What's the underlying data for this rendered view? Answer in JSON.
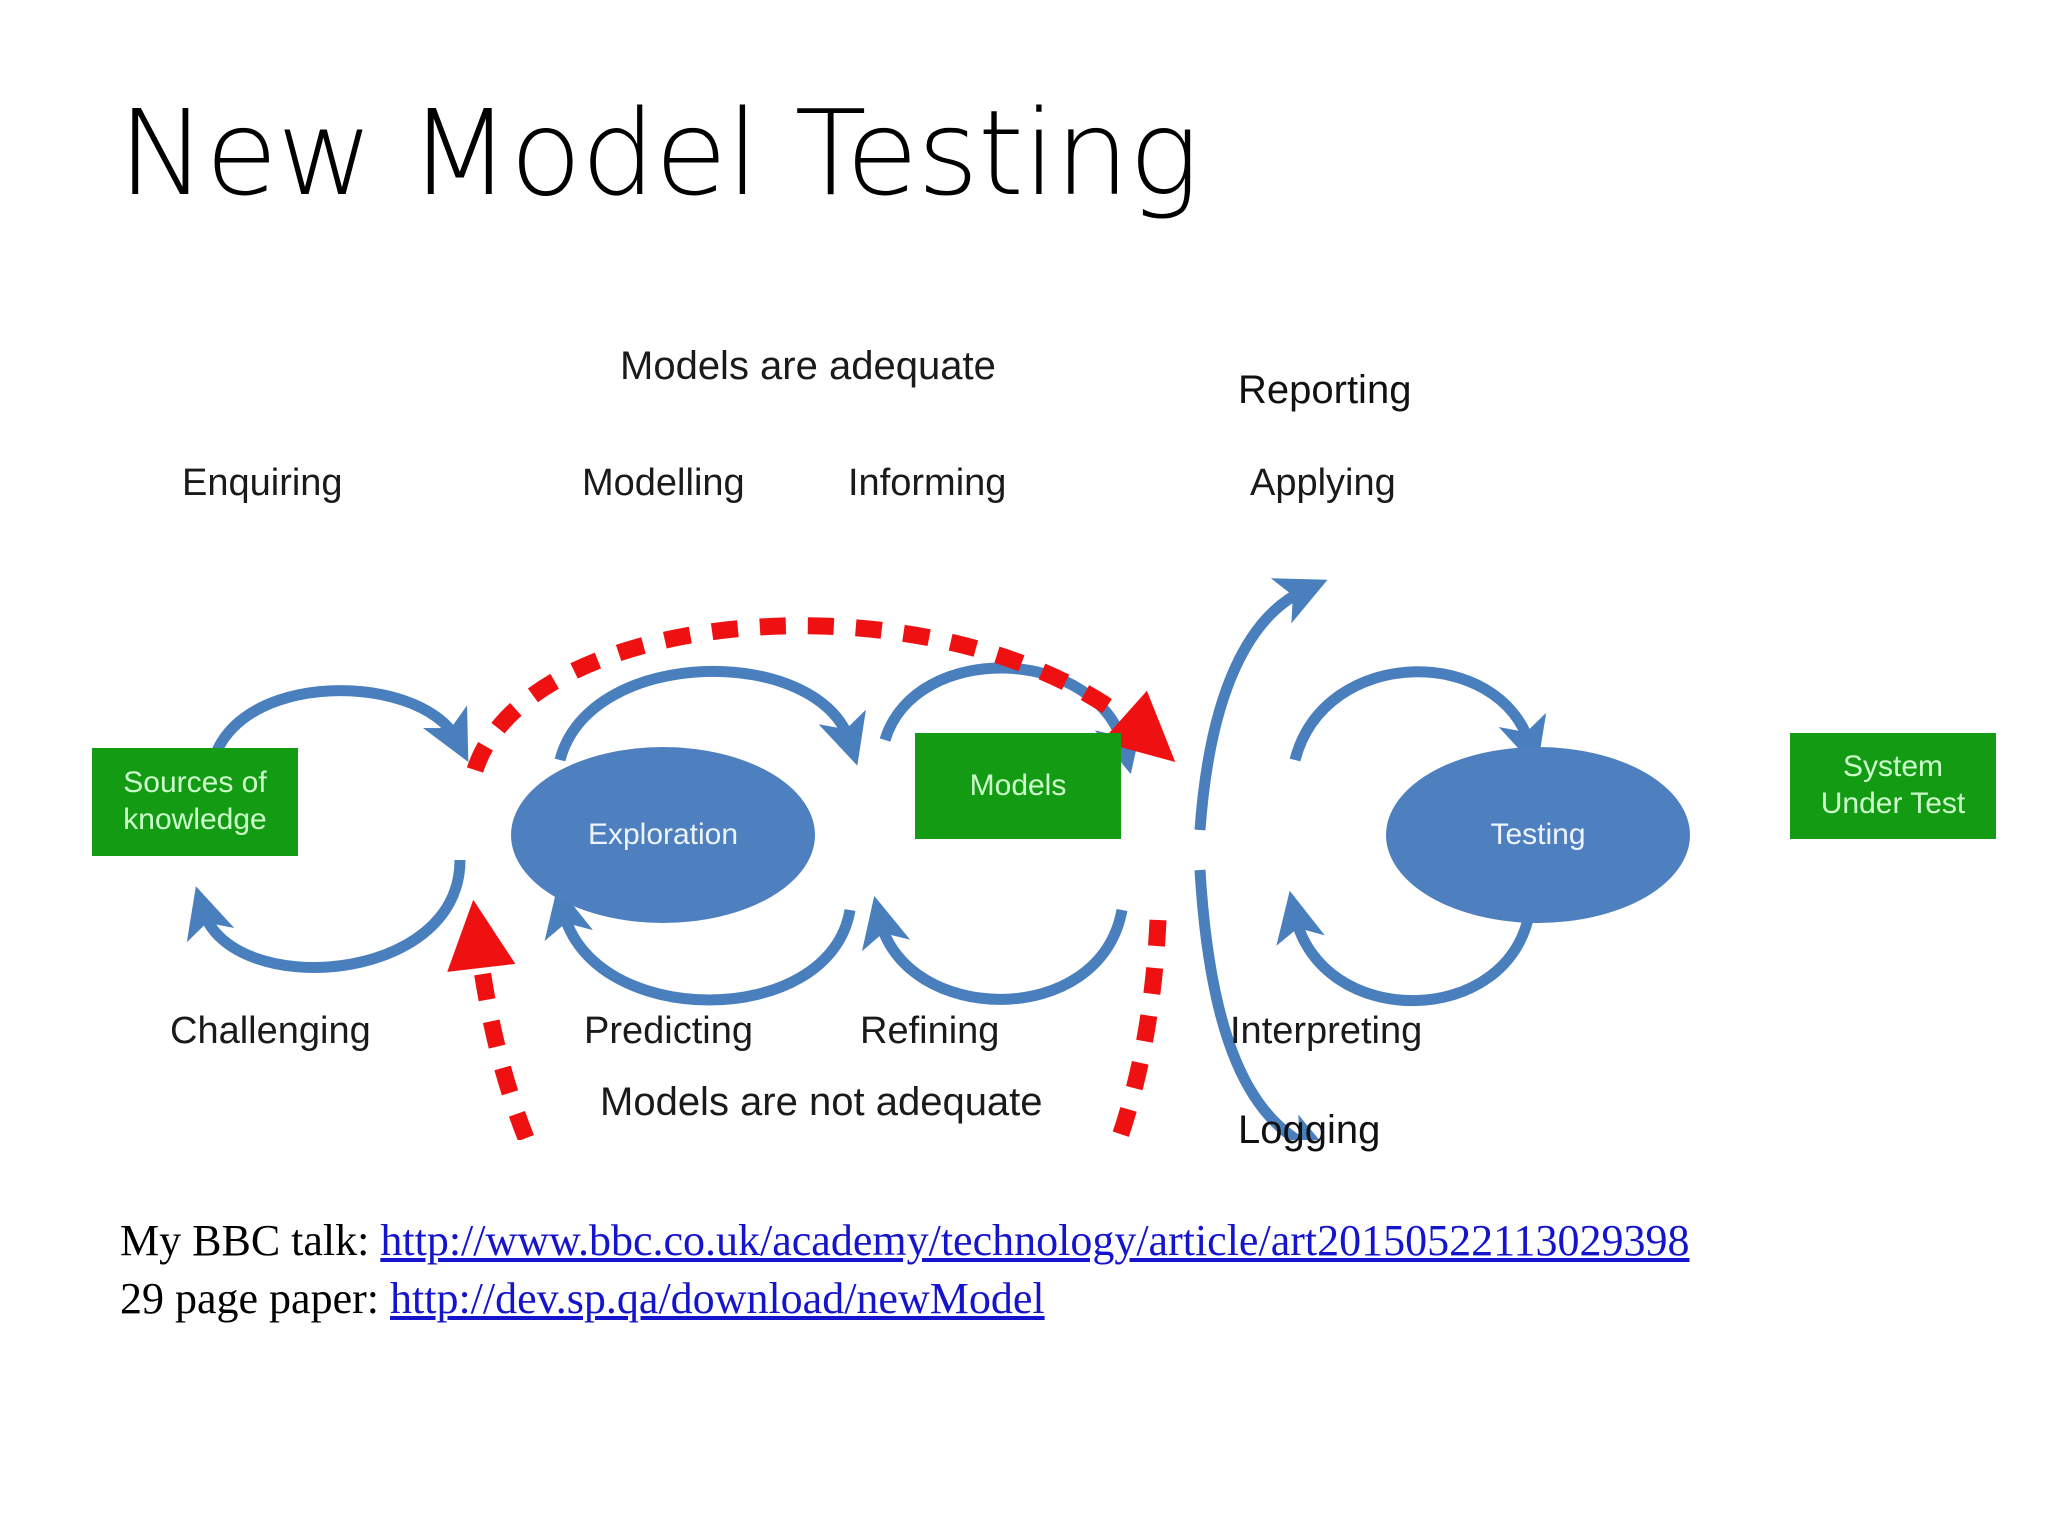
{
  "slide": {
    "title": "New Model Testing",
    "colors": {
      "green_box": "#149b14",
      "green_text": "#ccffcc",
      "blue_ellipse": "#4e80bf",
      "blue_arrow": "#4a7fbd",
      "red_dashed": "#ef1111",
      "link": "#1414cc",
      "background": "#ffffff"
    }
  },
  "diagram": {
    "nodes": {
      "sources": {
        "label": "Sources of\nknowledge",
        "line1": "Sources of",
        "line2": "knowledge",
        "shape": "rectangle",
        "fill": "green"
      },
      "exploration": {
        "label": "Exploration",
        "shape": "ellipse",
        "fill": "blue"
      },
      "models": {
        "label": "Models",
        "shape": "rectangle",
        "fill": "green"
      },
      "testing": {
        "label": "Testing",
        "shape": "ellipse",
        "fill": "blue"
      },
      "sut": {
        "label": "System\nUnder Test",
        "line1": "System",
        "line2": "Under Test",
        "shape": "rectangle",
        "fill": "green"
      }
    },
    "edge_labels": {
      "enquiring": "Enquiring",
      "challenging": "Challenging",
      "modelling": "Modelling",
      "predicting": "Predicting",
      "informing": "Informing",
      "refining": "Refining",
      "applying": "Applying",
      "interpreting": "Interpreting"
    },
    "condition_labels": {
      "adequate": "Models are adequate",
      "not_adequate": "Models are not adequate"
    },
    "outputs": {
      "reporting": "Reporting",
      "logging": "Logging"
    }
  },
  "footer": {
    "line1_prefix": "My BBC talk: ",
    "line1_link": "http://www.bbc.co.uk/academy/technology/article/art20150522113029398",
    "line2_prefix": "29 page paper: ",
    "line2_link": "http://dev.sp.qa/download/newModel"
  }
}
